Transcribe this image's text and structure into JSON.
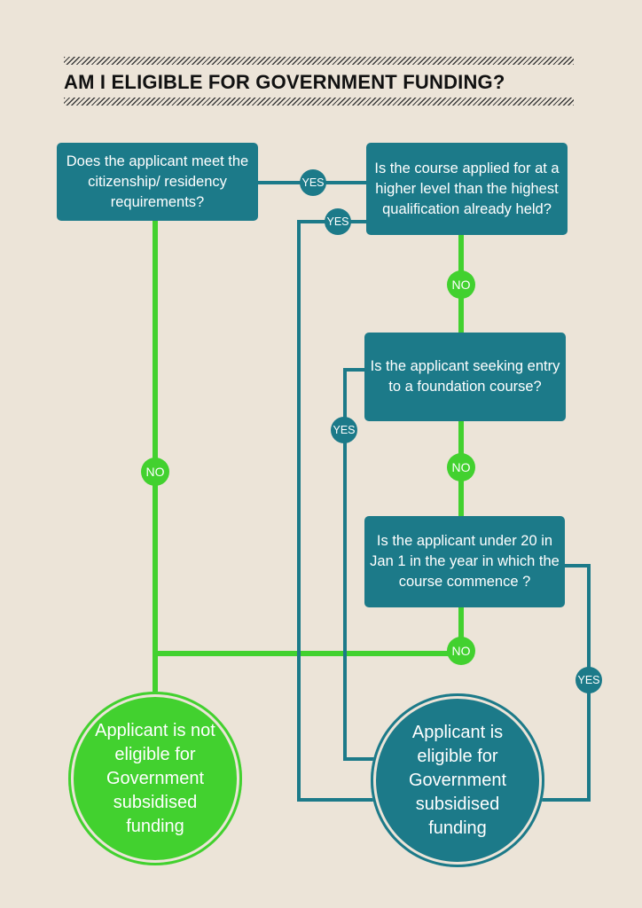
{
  "title": "AM I ELIGIBLE FOR GOVERNMENT FUNDING?",
  "colors": {
    "background": "#ece4d8",
    "teal": "#1c7a89",
    "green": "#42d12f",
    "text": "#111111"
  },
  "questions": {
    "q1": "Does the applicant meet the citizenship/ residency requirements?",
    "q2": "Is the course applied for at a higher level than the highest qualification already held?",
    "q3": "Is the applicant seeking entry to a foundation course?",
    "q4": "Is the applicant under 20 in Jan 1 in the year in which the course commence ?"
  },
  "outcomes": {
    "not_eligible": "Applicant is not eligible for Government subsidised funding",
    "eligible": "Applicant is eligible for Government subsidised funding"
  },
  "answers": {
    "yes": "YES",
    "no": "NO"
  }
}
